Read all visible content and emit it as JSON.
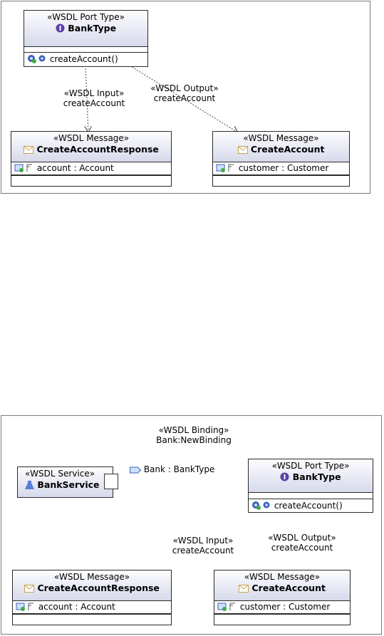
{
  "top": {
    "port_type": {
      "stereotype": "«WSDL Port Type»",
      "name": "BankType",
      "operation": "createAccount()"
    },
    "input": {
      "stereotype": "«WSDL Input»",
      "name": "createAccount"
    },
    "output": {
      "stereotype": "«WSDL Output»",
      "name": "createAccount"
    },
    "message_left": {
      "stereotype": "«WSDL Message»",
      "name": "CreateAccountResponse",
      "part": "account : Account"
    },
    "message_right": {
      "stereotype": "«WSDL Message»",
      "name": "CreateAccount",
      "part": "customer : Customer"
    }
  },
  "bottom": {
    "binding": {
      "stereotype": "«WSDL Binding»",
      "name": "Bank:NewBinding"
    },
    "service": {
      "stereotype": "«WSDL Service»",
      "name": "BankService"
    },
    "port_label": "Bank : BankType",
    "port_type": {
      "stereotype": "«WSDL Port Type»",
      "name": "BankType",
      "operation": "createAccount()"
    },
    "input": {
      "stereotype": "«WSDL Input»",
      "name": "createAccount"
    },
    "output": {
      "stereotype": "«WSDL Output»",
      "name": "createAccount"
    },
    "message_left": {
      "stereotype": "«WSDL Message»",
      "name": "CreateAccountResponse",
      "part": "account : Account"
    },
    "message_right": {
      "stereotype": "«WSDL Message»",
      "name": "CreateAccount",
      "part": "customer : Customer"
    }
  },
  "colors": {
    "header_top": "#fdfdff",
    "header_bottom": "#d6d9ea",
    "line": "#2b2b2b",
    "interface_icon": "#5b3fa8",
    "message_icon": "#c8a24a",
    "gear_icon": "#3a62b8"
  }
}
